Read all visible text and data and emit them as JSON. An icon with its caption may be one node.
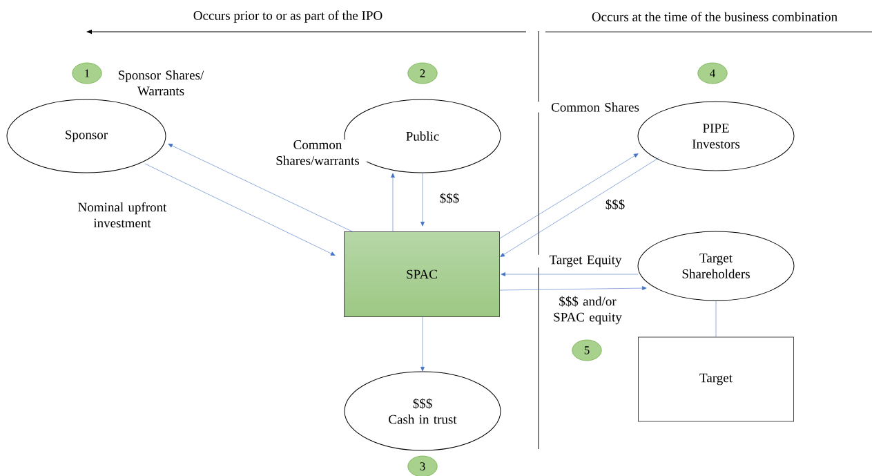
{
  "diagram": {
    "nodes": [
      {
        "text": [
          "Sponsor"
        ]
      },
      {
        "text": [
          "Public"
        ]
      },
      {
        "text": [
          "PIPE Investors"
        ]
      },
      {
        "text": [
          "SPAC"
        ]
      },
      {
        "text": [
          "Target Shareholders"
        ]
      },
      {
        "text": [
          "Target"
        ]
      },
      {
        "text": [
          "$$$",
          "Cash in trust"
        ]
      },
      {
        "text": [
          "1"
        ]
      },
      {
        "text": [
          "2"
        ]
      },
      {
        "text": [
          "3"
        ]
      },
      {
        "text": [
          "4"
        ]
      },
      {
        "text": [
          "5"
        ]
      }
    ],
    "edges": [
      {
        "from": 3,
        "to": 0,
        "arrow": "to",
        "label": "Sponsor Shares/ Warrants"
      },
      {
        "from": 0,
        "to": 3,
        "arrow": "to",
        "label": "Nominal upfront investment"
      },
      {
        "from": 3,
        "to": 1,
        "arrow": "to",
        "label": "Common Shares/warrants"
      },
      {
        "from": 1,
        "to": 3,
        "arrow": "to",
        "label": "$$$"
      },
      {
        "from": 3,
        "to": 2,
        "arrow": "to",
        "label": "Common Shares"
      },
      {
        "from": 2,
        "to": 3,
        "arrow": "to",
        "label": "$$$"
      },
      {
        "from": 4,
        "to": 3,
        "arrow": "to",
        "label": "Target Equity"
      },
      {
        "from": 3,
        "to": 4,
        "arrow": "to",
        "label": "$$$ and/or SPAC equity"
      },
      {
        "from": 4,
        "to": 5,
        "arrow": "none"
      },
      {
        "from": 3,
        "to": 6,
        "arrow": "to"
      }
    ],
    "labels": [
      "Occurs prior to or as part of the IPO",
      "Occurs at the time of the business combination"
    ]
  }
}
